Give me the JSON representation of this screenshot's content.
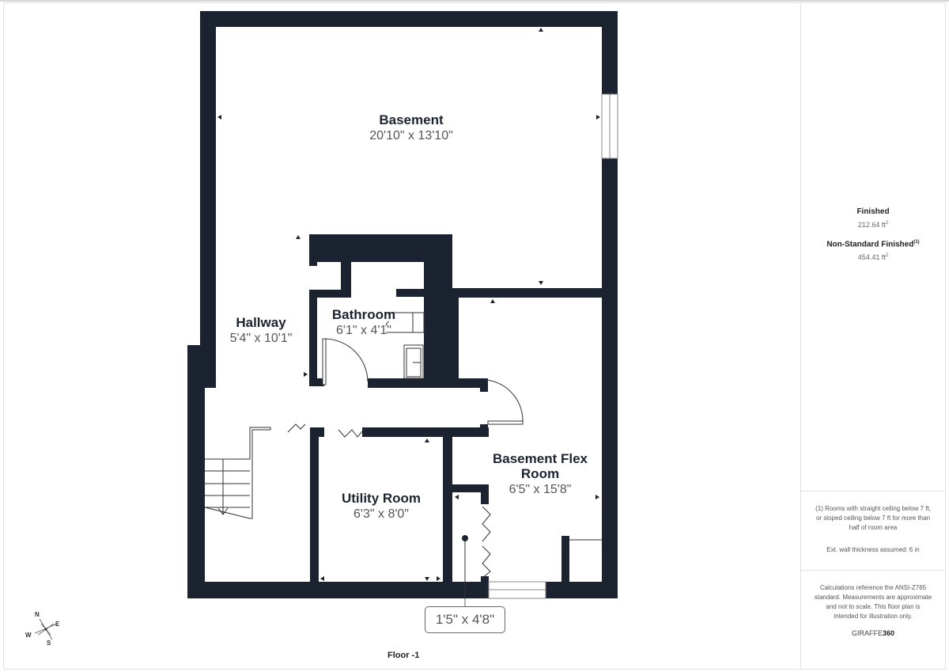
{
  "floor_label": "Floor -1",
  "rooms": [
    {
      "name": "Basement",
      "dimensions": "20'10\" x 13'10\""
    },
    {
      "name": "Bathroom",
      "dimensions": "6'1\" x 4'1\""
    },
    {
      "name": "Hallway",
      "dimensions": "5'4\" x 10'1\""
    },
    {
      "name": "Utility Room",
      "dimensions": "6'3\" x 8'0\""
    },
    {
      "name": "Basement Flex Room",
      "name_line1": "Basement Flex",
      "name_line2": "Room",
      "dimensions": "6'5\" x 15'8\""
    }
  ],
  "callout_dimension": "1'5\" x 4'8\"",
  "compass": {
    "n": "N",
    "e": "E",
    "s": "S",
    "w": "W"
  },
  "summary": {
    "finished_label": "Finished",
    "finished_value": "212.64 ft",
    "nonstandard_label": "Non-Standard Finished",
    "nonstandard_sup": "(1)",
    "nonstandard_value": "454.41 ft",
    "unit_sup": "2"
  },
  "notes": {
    "footnote": "(1) Rooms with straight ceiling below 7 ft, or sloped ceiling below 7 ft for more than half of room area",
    "wall_thickness": "Ext. wall thickness assumed: 6 in",
    "disclaimer": "Calculations reference the ANSI-Z765 standard. Measurements are approximate and not to scale. This floor plan is intended for illustration only."
  },
  "brand": {
    "prefix": "GIRAFFE",
    "suffix": "360"
  },
  "colors": {
    "wall": "#1c2330",
    "text_dark": "#1c2430",
    "text_gray": "#555555"
  }
}
